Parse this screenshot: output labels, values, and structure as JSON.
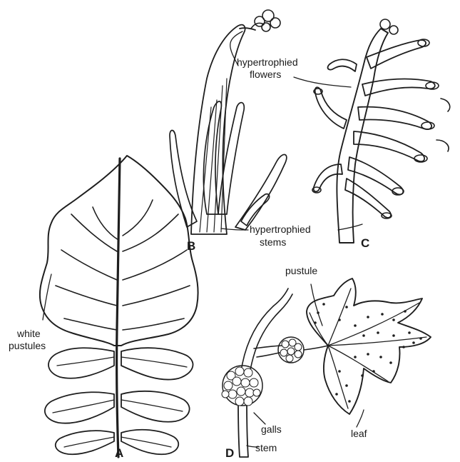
{
  "panels": {
    "a": {
      "letter": "A",
      "label": "white\npustules"
    },
    "b": {
      "letter": "B",
      "flowers_label": "hypertrophied\nflowers",
      "stems_label": "hypertrophied\nstems"
    },
    "c": {
      "letter": "C"
    },
    "d": {
      "letter": "D",
      "pustule_label": "pustule",
      "galls_label": "galls",
      "stem_label": "stem",
      "leaf_label": "leaf"
    }
  },
  "colors": {
    "ink": "#1e1e1e",
    "background": "#ffffff"
  }
}
